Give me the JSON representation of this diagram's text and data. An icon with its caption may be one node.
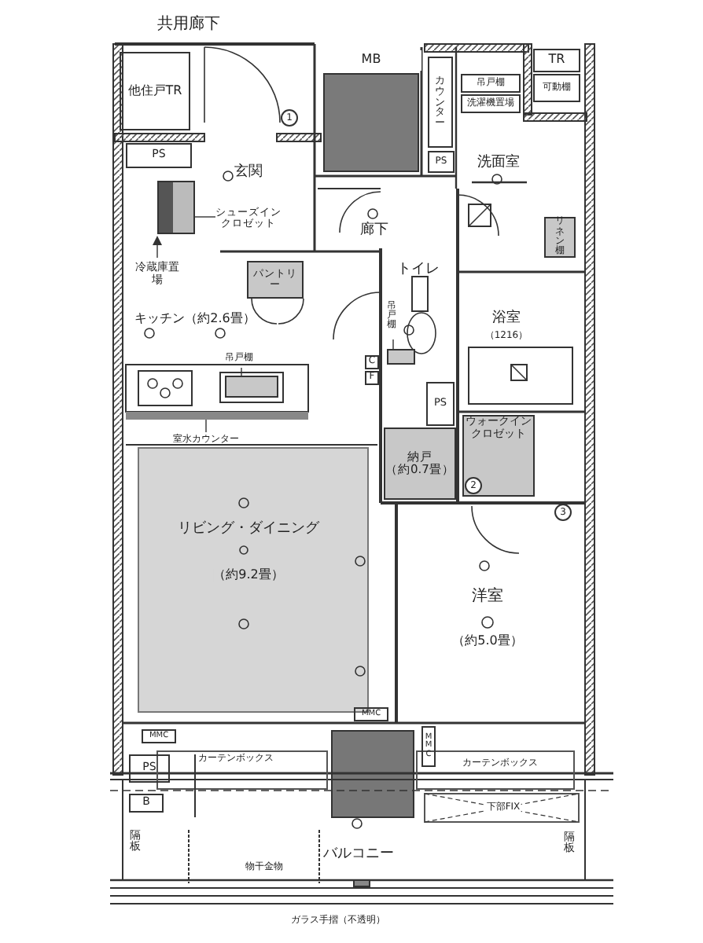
{
  "diagram": {
    "nodes": [
      {
        "text": [
          "他住戸TR"
        ]
      },
      {
        "text": [
          "MB"
        ]
      },
      {
        "text": [
          "カウンター"
        ]
      },
      {
        "text": [
          "吊戸棚"
        ]
      },
      {
        "text": [
          "洗濯機置場"
        ]
      },
      {
        "text": [
          "TR"
        ]
      },
      {
        "text": [
          "可動棚"
        ]
      },
      {
        "text": [
          "PS"
        ]
      },
      {
        "text": [
          "PS"
        ]
      },
      {
        "text": [
          "シューズインクロゼット"
        ]
      },
      {
        "text": [],
        "shape": "box"
      },
      {
        "text": [
          "冷蔵庫置場"
        ]
      },
      {
        "text": [
          "パントリー"
        ]
      },
      {
        "text": [
          "リネン棚"
        ]
      },
      {
        "text": [
          "吊戸棚"
        ]
      },
      {
        "text": [],
        "shape": "box"
      },
      {
        "text": [
          "C"
        ]
      },
      {
        "text": [
          "F"
        ]
      },
      {
        "text": [
          "吊戸棚"
        ]
      },
      {
        "text": [],
        "shape": "box"
      },
      {
        "text": [
          "PS"
        ]
      },
      {
        "text": [
          "室水カウンター"
        ]
      },
      {
        "text": [],
        "shape": "bar"
      },
      {
        "text": [
          "納戸",
          "（約0.7畳）"
        ]
      },
      {
        "text": [
          "ウォークインクロゼット"
        ]
      },
      {
        "text": [
          "MMC"
        ]
      },
      {
        "text": [
          "MMC"
        ]
      },
      {
        "text": [
          "MMC"
        ]
      },
      {
        "text": [
          "PS"
        ]
      },
      {
        "text": [
          "B"
        ]
      }
    ],
    "edges": [
      {
        "from": 9,
        "to": 10,
        "arrow": "none"
      },
      {
        "from": 11,
        "to": null,
        "arrow": "to"
      },
      {
        "from": 14,
        "to": 15,
        "arrow": "none"
      },
      {
        "from": 18,
        "to": 19,
        "arrow": "none"
      },
      {
        "from": 21,
        "to": 22,
        "arrow": "none"
      }
    ],
    "labels": [
      "共用廊下",
      "1",
      "洗面室",
      "玄関",
      "廊下",
      "トイレ",
      "キッチン（約2.6畳）",
      "浴室",
      "（1216）",
      "2",
      "3",
      "リビング・ダイニング",
      "（約9.2畳）",
      "洋室",
      "（約5.0畳）",
      "カーテンボックス",
      "カーテンボックス",
      "下部FIX",
      "隔板",
      "バルコニー",
      "隔板",
      "物干金物",
      "ガラス手摺（不透明）"
    ]
  }
}
